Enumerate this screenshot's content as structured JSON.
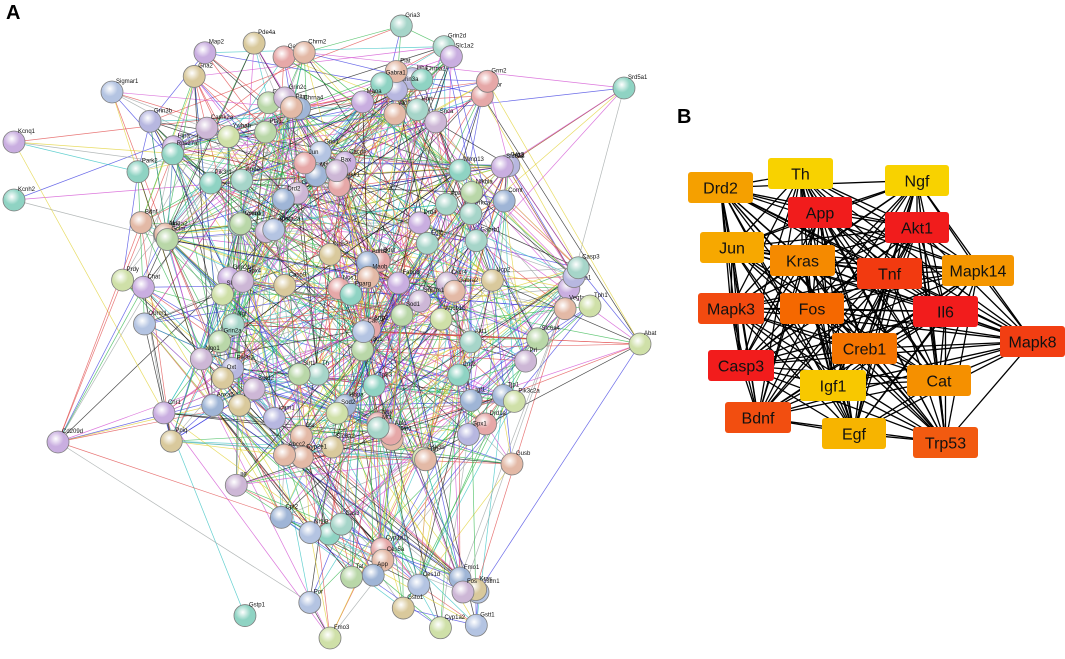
{
  "panels": {
    "a": {
      "letter": "A"
    },
    "b": {
      "letter": "B"
    }
  },
  "network_a": {
    "node_labels": [
      "Grin3b",
      "Pde4a",
      "Itih4",
      "Chrnb2",
      "Chrna2",
      "Grin3a",
      "Grin2d",
      "Grin2c",
      "Gria3",
      "Plat",
      "Sigmar1",
      "Gria2",
      "Cckbr",
      "Gabra1",
      "Srd5a1",
      "Gabra6",
      "Slc1a2",
      "Map2",
      "Chrm2",
      "Grm2",
      "Chrna4",
      "Kcnq1",
      "Atp1a2",
      "Ngf",
      "Bdnf",
      "Pik3r2",
      "Camk2a",
      "Grin2b",
      "Grin2a",
      "Oxt",
      "Oprk1",
      "Kcnma1",
      "Prkca",
      "Mmp13",
      "Pik3r1",
      "Prdy",
      "Gabrb1",
      "Gabrb2",
      "Kcnh2",
      "Setd2",
      "Akt3",
      "Tjp1",
      "Akt1",
      "Arrb2",
      "Cxcr4",
      "Gnrh",
      "Oprm1",
      "Drd1a",
      "Drd1",
      "Htr3",
      "Ankk1",
      "Gabra2",
      "Nos1",
      "Creb1",
      "Grin1",
      "Drd2",
      "Drd4",
      "Cnr1",
      "Cnr2",
      "Slc2a1",
      "Hipa",
      "Vegfa",
      "Gsk3b",
      "Bdnf",
      "Th",
      "Npy",
      "Slc6a4",
      "Plau",
      "Casp9",
      "Pik3c2a",
      "Igf1",
      "Adrb2",
      "Slc6a3",
      "Ach",
      "Cacdn",
      "Slc6a2",
      "Apaf1",
      "Hopa",
      "Nfkbia",
      "Anxa5",
      "Mapk8",
      "Jun",
      "Tp53",
      "Casp3",
      "Rps27a",
      "Egf1",
      "Adora2a",
      "Chat",
      "Maoa",
      "Slc18a2",
      "Tph1",
      "Abat",
      "Il1a",
      "Bax",
      "Nos2",
      "Icam1",
      "Nfkb1",
      "Sirt1",
      "Apoe",
      "Prl",
      "Snca",
      "Comt",
      "Maob",
      "Cd209d",
      "Pltm",
      "Sqstm1",
      "Sod1",
      "Pparg",
      "Park2",
      "Nr3c1",
      "Abl1",
      "Sod2",
      "Ucp2",
      "Ywhah",
      "Nqo1",
      "Abcb1b",
      "Hprt",
      "Gpx1",
      "Gpx4",
      "Mt1",
      "Cat",
      "Gsr",
      "Gclm",
      "Fabp3",
      "Gusb",
      "Ppiq",
      "Cyp2e1",
      "Gstp1",
      "Ces1d",
      "Por",
      "Gstm1",
      "Cyp1a1",
      "Cpt2",
      "Sdhb",
      "Tat",
      "Ces5a",
      "Gsto1",
      "Cyp1a2",
      "Nr1i3",
      "Gstt1",
      "Abcc2",
      "Fmo1",
      "Fmo3",
      "Kras",
      "Il6",
      "Tnf",
      "Fos",
      "App",
      "Cas3"
    ],
    "node_colors": [
      "#a6d5c9",
      "#cdb7d6",
      "#b9d7a8",
      "#9fb5d6",
      "#e3b9a6",
      "#d9c99c",
      "#b7b7e0",
      "#8fd3c3",
      "#cfe0a8",
      "#e6a8a8",
      "#b4c4e2",
      "#c9aee0"
    ]
  },
  "network_b": {
    "nodes": [
      {
        "id": "th",
        "label": "Th",
        "color": "#f8d200"
      },
      {
        "id": "ngf",
        "label": "Ngf",
        "color": "#f8d200"
      },
      {
        "id": "drd2",
        "label": "Drd2",
        "color": "#f5a000"
      },
      {
        "id": "app",
        "label": "App",
        "color": "#f11c1c"
      },
      {
        "id": "akt1",
        "label": "Akt1",
        "color": "#f11c1c"
      },
      {
        "id": "jun",
        "label": "Jun",
        "color": "#f7a800"
      },
      {
        "id": "kras",
        "label": "Kras",
        "color": "#f58a00"
      },
      {
        "id": "tnf",
        "label": "Tnf",
        "color": "#f23a10"
      },
      {
        "id": "mapk14",
        "label": "Mapk14",
        "color": "#f59600"
      },
      {
        "id": "mapk3",
        "label": "Mapk3",
        "color": "#f24a10"
      },
      {
        "id": "fos",
        "label": "Fos",
        "color": "#f56800"
      },
      {
        "id": "il6",
        "label": "Il6",
        "color": "#f21c1c"
      },
      {
        "id": "mapk8",
        "label": "Mapk8",
        "color": "#f23e12"
      },
      {
        "id": "creb1",
        "label": "Creb1",
        "color": "#f57400"
      },
      {
        "id": "casp3",
        "label": "Casp3",
        "color": "#f21c1c"
      },
      {
        "id": "igf1",
        "label": "Igf1",
        "color": "#f8c800"
      },
      {
        "id": "cat",
        "label": "Cat",
        "color": "#f59000"
      },
      {
        "id": "bdnf",
        "label": "Bdnf",
        "color": "#f24e10"
      },
      {
        "id": "egf",
        "label": "Egf",
        "color": "#f7b400"
      },
      {
        "id": "trp53",
        "label": "Trp53",
        "color": "#f25a10"
      }
    ],
    "edge_color": "#000000"
  }
}
